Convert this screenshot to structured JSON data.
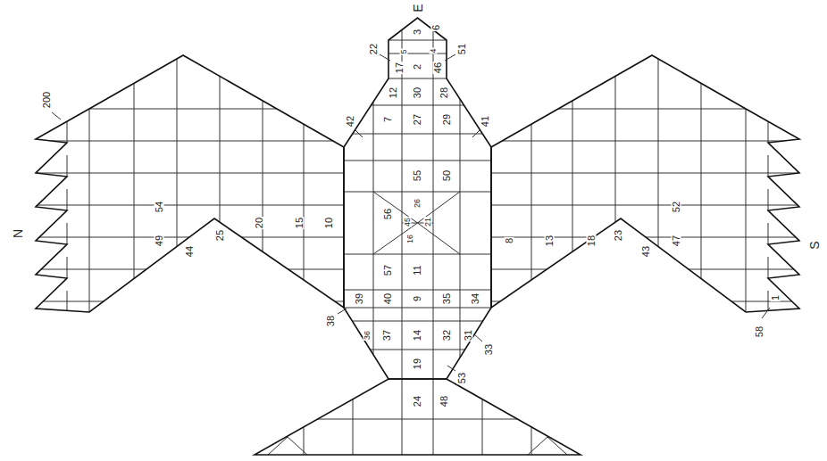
{
  "diagram": {
    "labels": [
      "E",
      "6",
      "3",
      "5",
      "4",
      "22",
      "51",
      "17",
      "2",
      "46",
      "12",
      "30",
      "28",
      "42",
      "41",
      "7",
      "27",
      "29",
      "55",
      "50",
      "56",
      "26",
      "45",
      "21",
      "16",
      "57",
      "11",
      "39",
      "40",
      "9",
      "35",
      "34",
      "38",
      "36",
      "37",
      "14",
      "32",
      "31",
      "33",
      "19",
      "53",
      "24",
      "48",
      "N",
      "200",
      "54",
      "49",
      "44",
      "25",
      "20",
      "15",
      "10",
      "8",
      "13",
      "18",
      "23",
      "43",
      "47",
      "52",
      "58",
      "1",
      "S"
    ]
  }
}
